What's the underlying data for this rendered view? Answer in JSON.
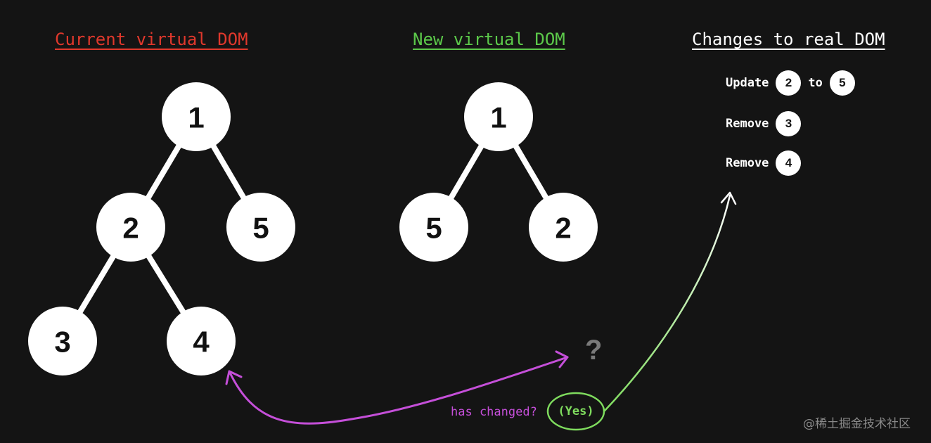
{
  "headings": {
    "current": "Current virtual DOM",
    "new": "New virtual DOM",
    "changes": "Changes to real DOM"
  },
  "current_tree": {
    "nodes": [
      "1",
      "2",
      "5",
      "3",
      "4"
    ]
  },
  "new_tree": {
    "nodes": [
      "1",
      "5",
      "2"
    ]
  },
  "changes": {
    "update_word": "Update",
    "to_word": "to",
    "update_from": "2",
    "update_to": "5",
    "remove_word_1": "Remove",
    "remove_node_1": "3",
    "remove_word_2": "Remove",
    "remove_node_2": "4"
  },
  "comparison": {
    "question": "has changed?",
    "answer": "(Yes)",
    "unknown_mark": "?"
  },
  "watermark": "@稀土掘金技术社区",
  "colors": {
    "background": "#141414",
    "node_fill": "#ffffff",
    "current_heading": "#e0382c",
    "new_heading": "#5cc94a",
    "compare_arrow": "#c54fd9",
    "yes_ellipse": "#7fdc5e"
  }
}
